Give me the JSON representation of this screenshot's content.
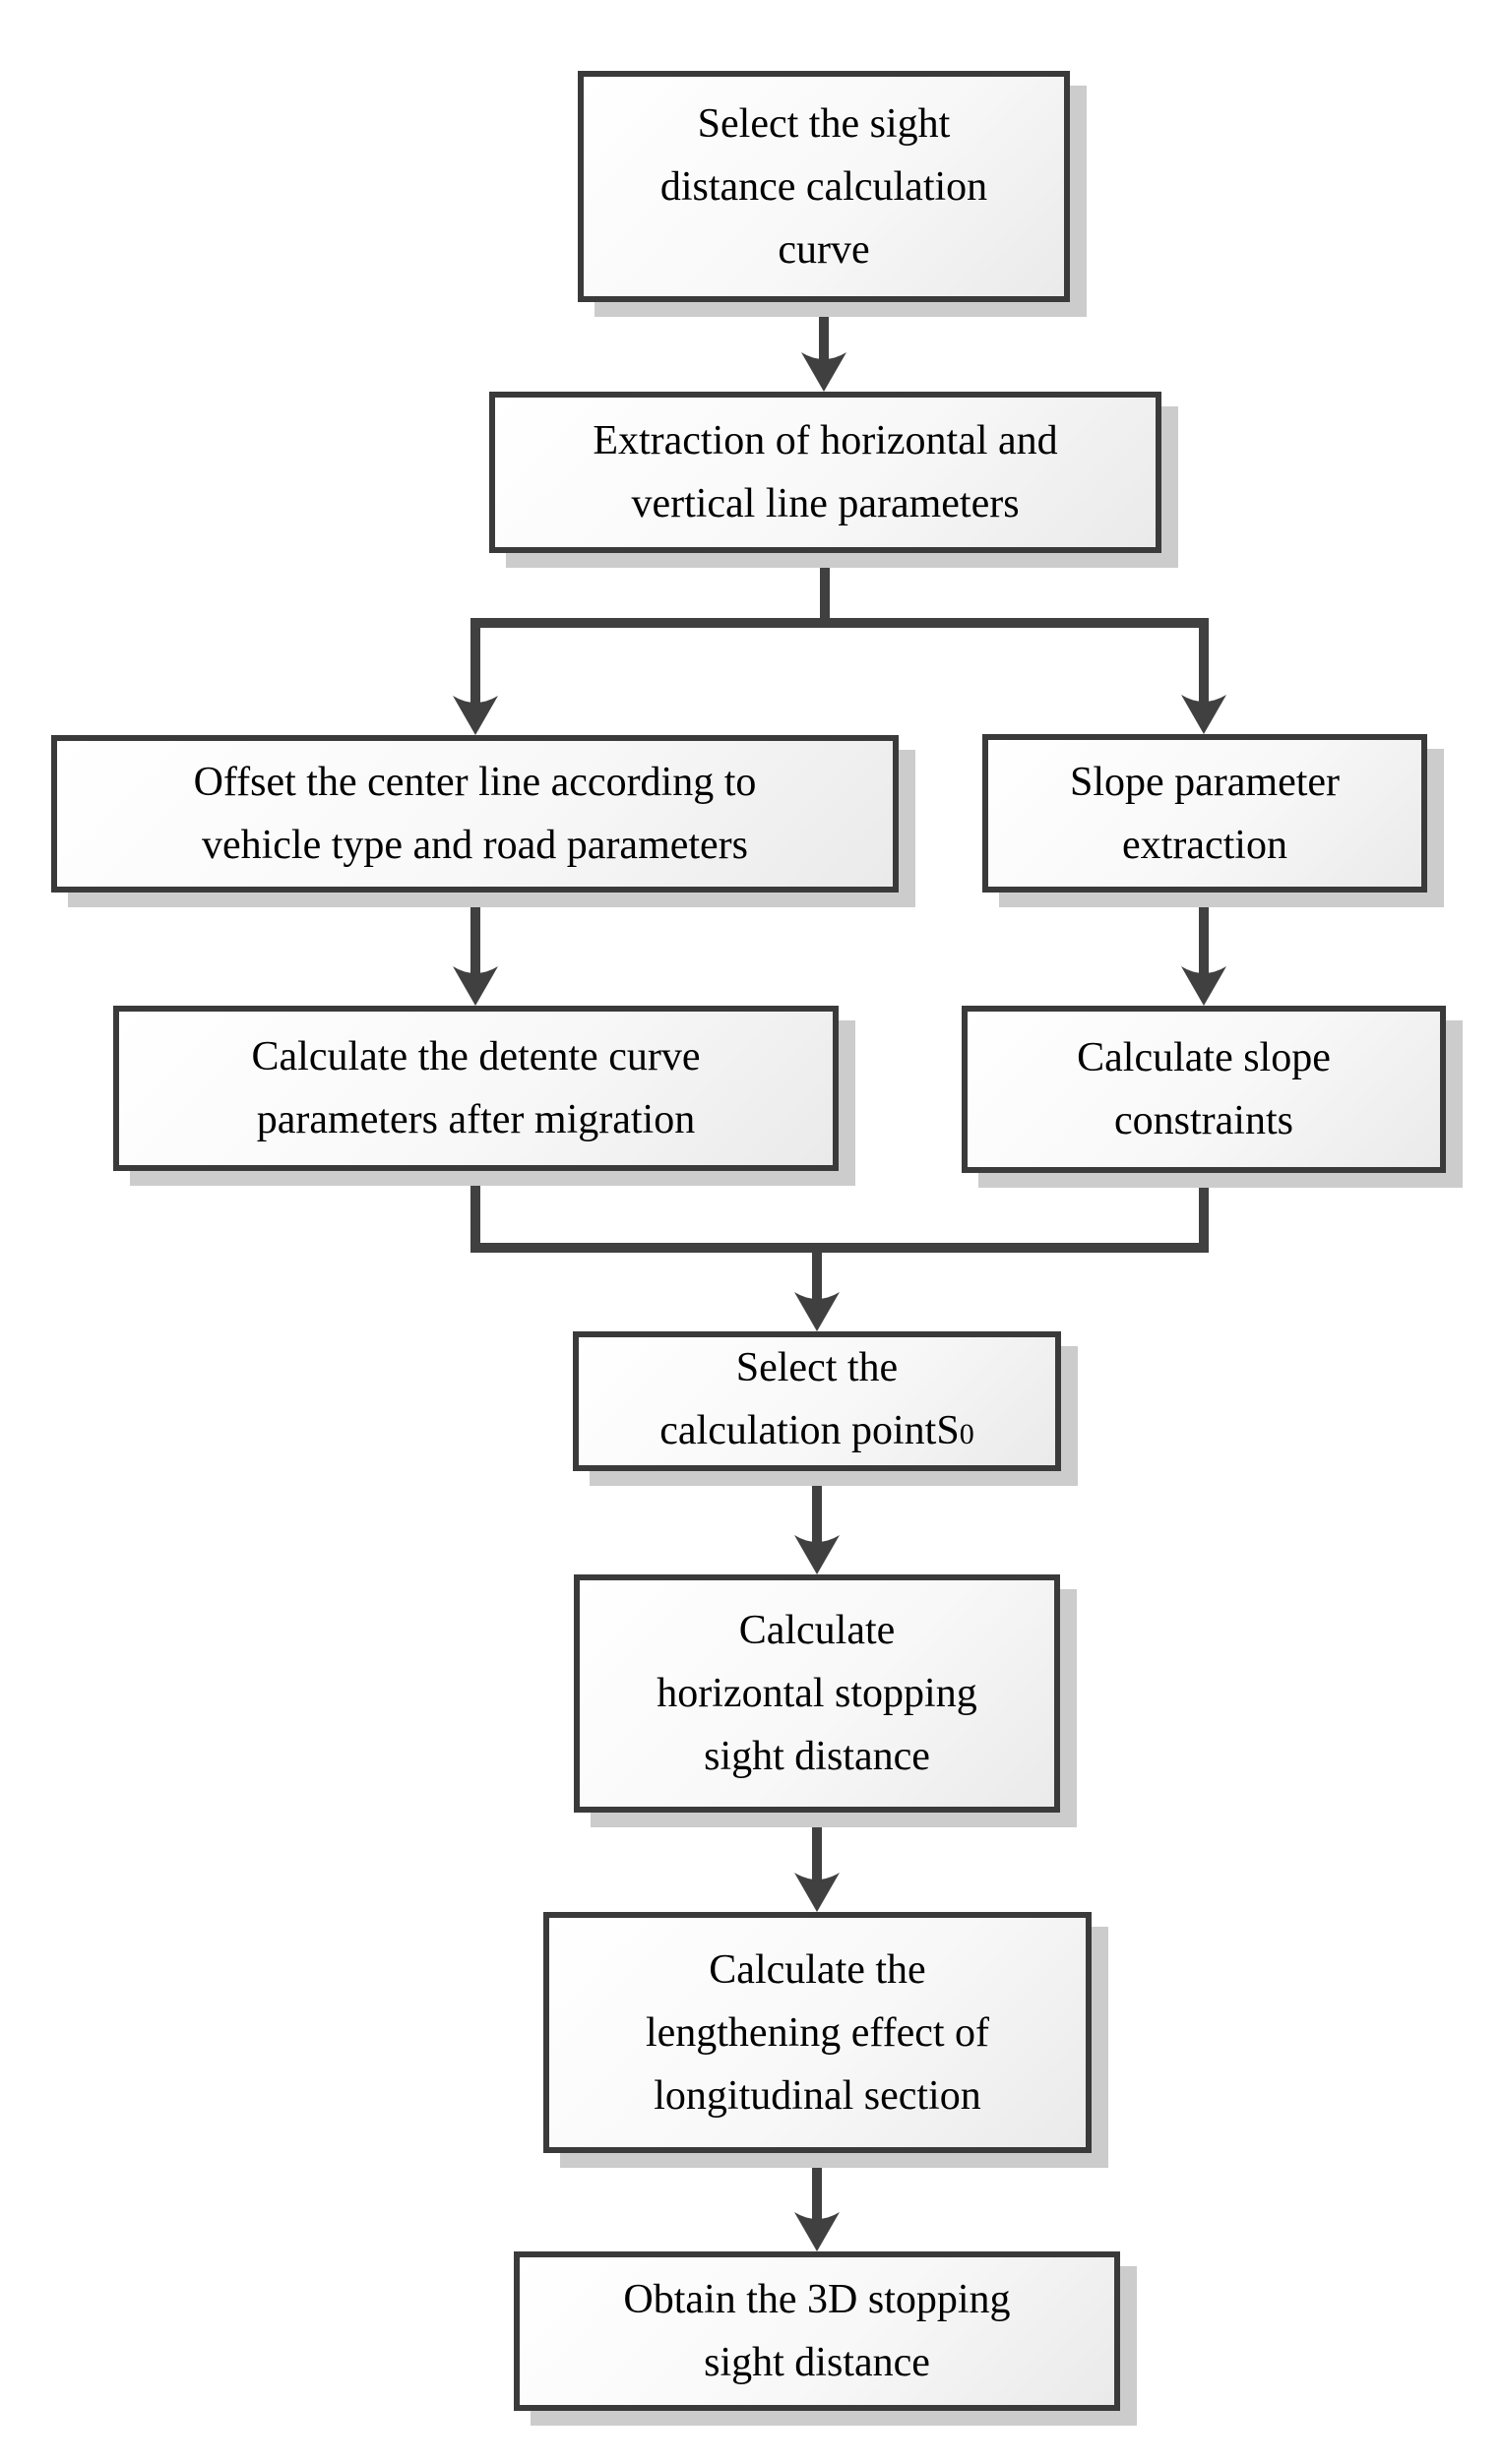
{
  "diagram": {
    "type": "flowchart",
    "background_color": "#ffffff",
    "box_border_color": "#3a3a3a",
    "box_fill_top": "#ffffff",
    "box_fill_bottom": "#eaeaea",
    "connector_color": "#404040",
    "shadow_color": "#cccccc",
    "nodes": {
      "select_curve": {
        "label": [
          "Select the sight",
          "distance calculation",
          "curve"
        ]
      },
      "extract_params": {
        "label": [
          "Extraction of horizontal and",
          "vertical line parameters"
        ]
      },
      "offset_centerline": {
        "label": [
          "Offset the center line according to",
          "vehicle type and road parameters"
        ]
      },
      "slope_extraction": {
        "label": [
          "Slope parameter",
          "extraction"
        ]
      },
      "detente_curve": {
        "label": [
          "Calculate the detente curve",
          "parameters after migration"
        ]
      },
      "slope_constraints": {
        "label": [
          "Calculate slope",
          "constraints"
        ]
      },
      "select_point": {
        "label": [
          "Select the",
          "calculation pointS"
        ],
        "sub": "0"
      },
      "horizontal_ssd": {
        "label": [
          "Calculate",
          "horizontal stopping",
          "sight distance"
        ]
      },
      "lengthening_effect": {
        "label": [
          "Calculate the",
          "lengthening effect of",
          "longitudinal section"
        ]
      },
      "obtain_3d_ssd": {
        "label": [
          "Obtain the 3D stopping",
          "sight distance"
        ]
      }
    },
    "edges": [
      {
        "from": "select_curve",
        "to": "extract_params"
      },
      {
        "from": "extract_params",
        "to": "offset_centerline"
      },
      {
        "from": "extract_params",
        "to": "slope_extraction"
      },
      {
        "from": "offset_centerline",
        "to": "detente_curve"
      },
      {
        "from": "slope_extraction",
        "to": "slope_constraints"
      },
      {
        "from": "detente_curve",
        "to": "select_point"
      },
      {
        "from": "slope_constraints",
        "to": "select_point"
      },
      {
        "from": "select_point",
        "to": "horizontal_ssd"
      },
      {
        "from": "horizontal_ssd",
        "to": "lengthening_effect"
      },
      {
        "from": "lengthening_effect",
        "to": "obtain_3d_ssd"
      }
    ]
  }
}
